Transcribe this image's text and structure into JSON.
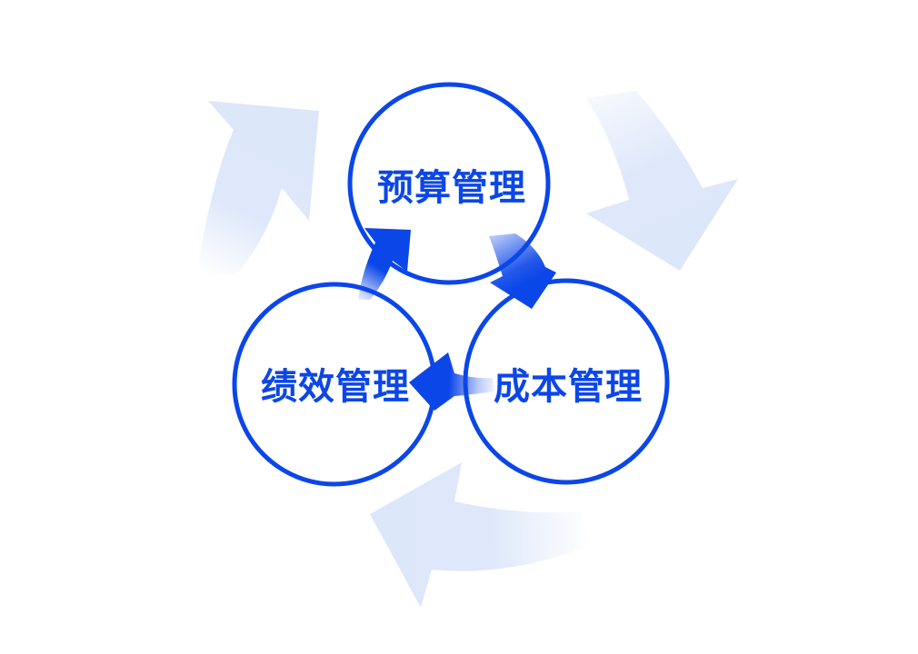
{
  "diagram": {
    "type": "cycle-diagram",
    "background_color": "#ffffff",
    "colors": {
      "primary_blue": "#0b46e8",
      "light_blue": "#dde7fa",
      "circle_fill": "#ffffff"
    },
    "nodes": [
      {
        "id": "budget",
        "label": "预算管理"
      },
      {
        "id": "performance",
        "label": "绩效管理"
      },
      {
        "id": "cost",
        "label": "成本管理"
      }
    ],
    "edges": [
      {
        "from": "预算管理",
        "to": "成本管理",
        "direction": "down-right"
      },
      {
        "from": "成本管理",
        "to": "绩效管理",
        "direction": "left"
      },
      {
        "from": "绩效管理",
        "to": "预算管理",
        "direction": "up-right"
      }
    ],
    "background_arrows": [
      {
        "position": "top-left",
        "pointing": "up-right"
      },
      {
        "position": "top-right",
        "pointing": "down"
      },
      {
        "position": "bottom-center",
        "pointing": "left"
      }
    ]
  }
}
